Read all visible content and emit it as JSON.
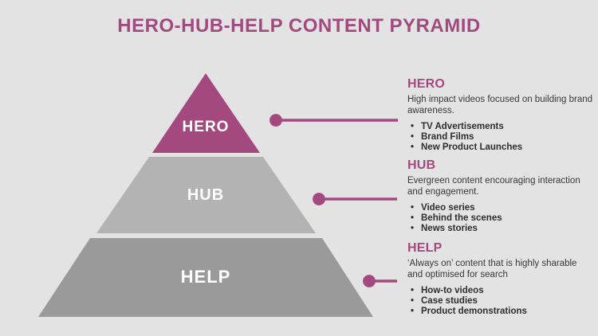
{
  "title": "HERO-HUB-HELP CONTENT PYRAMID",
  "colors": {
    "background": "#e4e3e4",
    "accent": "#a3497f",
    "hero_fill": "#a3497f",
    "hub_fill": "#b4b3b4",
    "help_fill": "#9b9a9b",
    "level_label_text": "#ffffff",
    "body_text": "#383838"
  },
  "pyramid": {
    "levels": [
      {
        "label": "HERO",
        "fill": "#a3497f"
      },
      {
        "label": "HUB",
        "fill": "#b4b3b4"
      },
      {
        "label": "HELP",
        "fill": "#9b9a9b"
      }
    ]
  },
  "sections": [
    {
      "heading": "HERO",
      "description": "High impact videos focused on building brand awareness.",
      "bullets": [
        "TV Advertisements",
        "Brand Films",
        "New Product Launches"
      ]
    },
    {
      "heading": "HUB",
      "description": "Evergreen content encouraging interaction and engagement.",
      "bullets": [
        "Video series",
        "Behind the scenes",
        "News stories"
      ]
    },
    {
      "heading": "HELP",
      "description": "‘Always on’ content that is highly sharable and optimised for search",
      "bullets": [
        "How-to videos",
        "Case studies",
        "Product demonstrations"
      ]
    }
  ]
}
